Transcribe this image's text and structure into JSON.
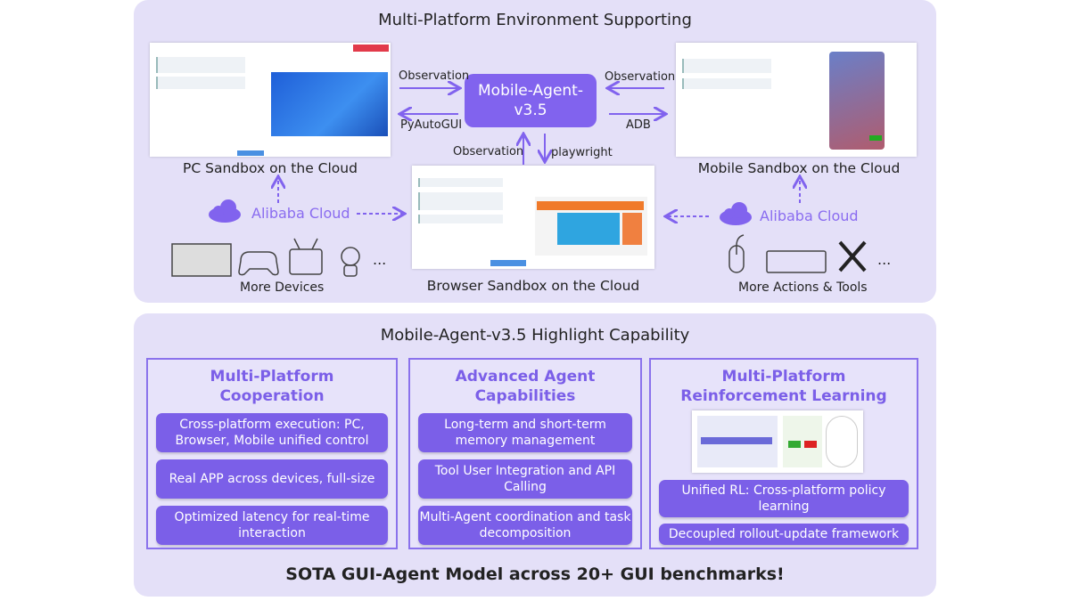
{
  "top": {
    "title": "Multi-Platform Environment Supporting",
    "agent": "Mobile-Agent-v3.5",
    "agent_line1": "Mobile-Agent-",
    "agent_line2": "v3.5",
    "left_obs": "Observation",
    "left_act": "PyAutoGUI",
    "right_obs": "Observation",
    "right_act": "ADB",
    "down_obs": "Observation",
    "down_act": "playwright",
    "pc_caption": "PC Sandbox on the Cloud",
    "mobile_caption": "Mobile Sandbox on the Cloud",
    "browser_caption": "Browser Sandbox on the Cloud",
    "cloud_left": "Alibaba Cloud",
    "cloud_right": "Alibaba Cloud",
    "devices_caption": "More Devices",
    "tools_caption": "More Actions & Tools",
    "ellipsis": "..."
  },
  "bottom": {
    "title": "Mobile-Agent-v3.5 Highlight Capability",
    "columns": [
      {
        "title1": "Multi-Platform",
        "title2": "Cooperation",
        "items": [
          "Cross-platform execution: PC, Browser, Mobile unified control",
          "Real APP across devices, full-size",
          "Optimized latency for real-time interaction"
        ]
      },
      {
        "title1": "Advanced Agent",
        "title2": "Capabilities",
        "items": [
          "Long-term and short-term memory management",
          "Tool User Integration and API Calling",
          "Multi-Agent coordination and task decomposition"
        ]
      },
      {
        "title1": "Multi-Platform",
        "title2": "Reinforcement Learning",
        "items": [
          "Unified RL: Cross-platform policy learning",
          "Decoupled rollout-update framework"
        ]
      }
    ],
    "footer": "SOTA GUI-Agent Model across 20+ GUI benchmarks!"
  },
  "colors": {
    "accent": "#8163ee",
    "panel": "#e4e0f8",
    "border": "#8a72ec"
  }
}
